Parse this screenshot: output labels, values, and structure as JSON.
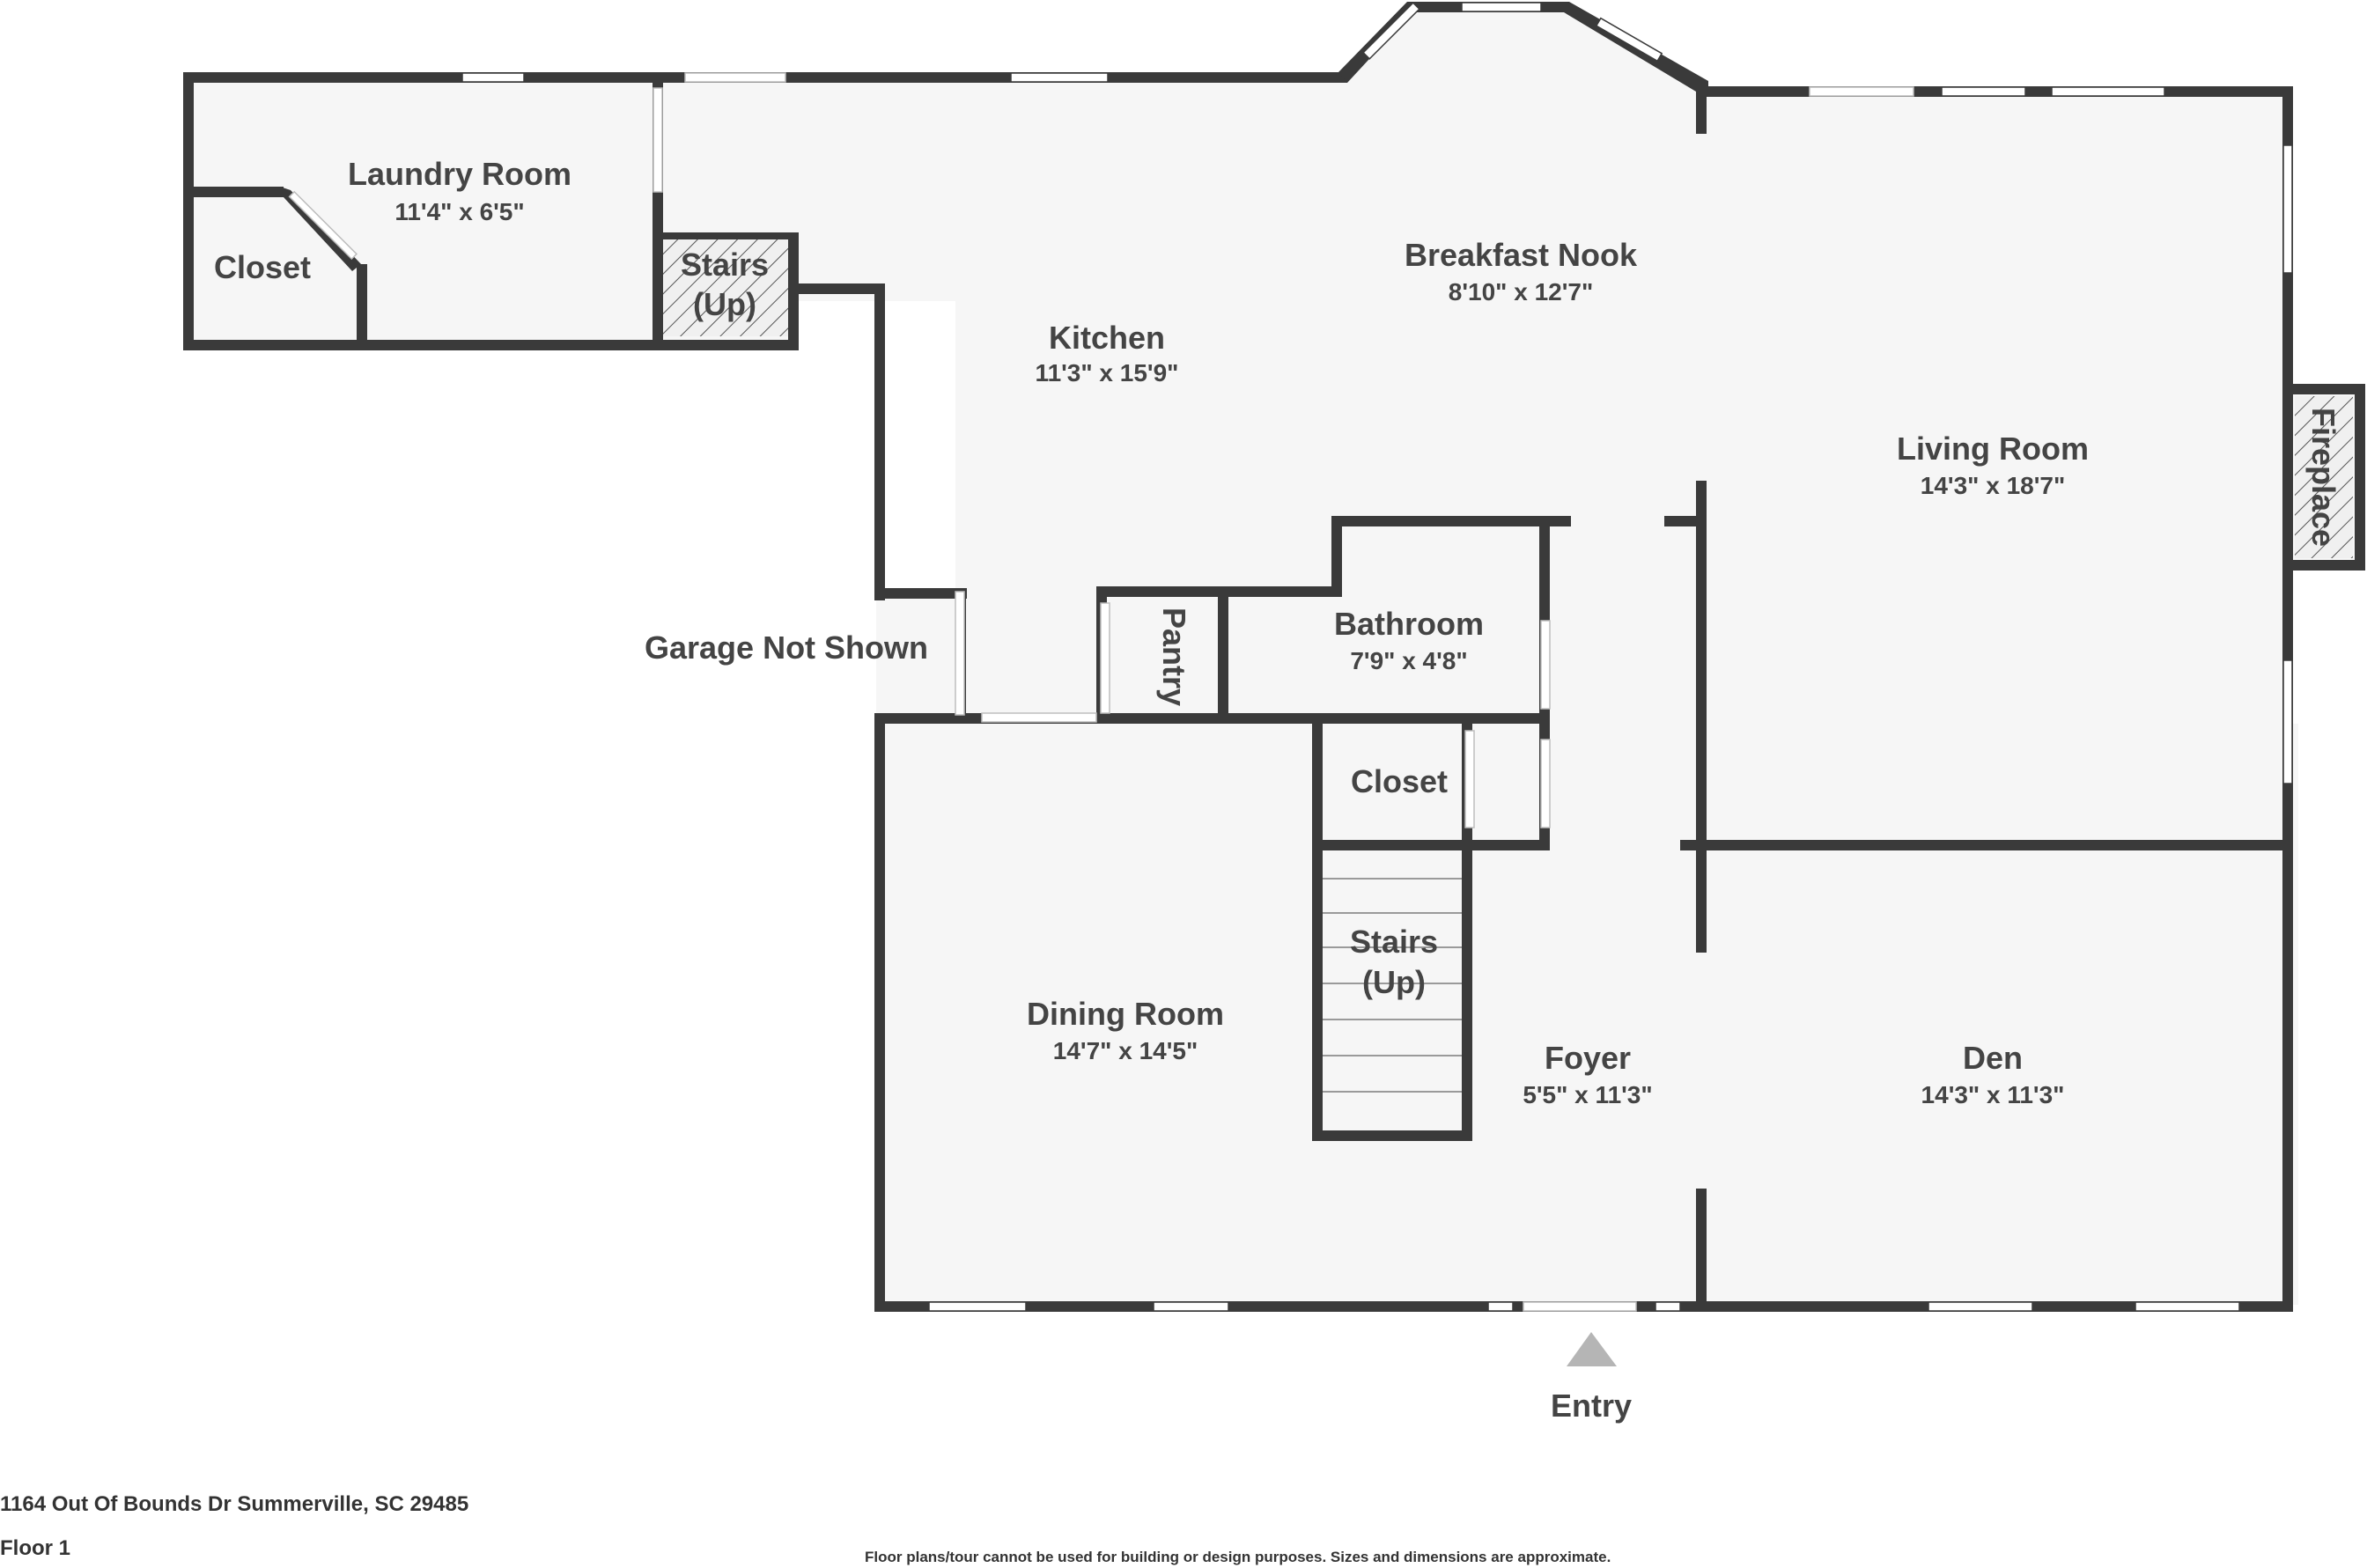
{
  "rooms": {
    "laundry": {
      "name": "Laundry Room",
      "dim": "11'4\" x 6'5\""
    },
    "closet_laundry": {
      "name": "Closet"
    },
    "stairs_up_small": {
      "line1": "Stairs",
      "line2": "(Up)"
    },
    "kitchen": {
      "name": "Kitchen",
      "dim": "11'3\" x 15'9\""
    },
    "breakfast_nook": {
      "name": "Breakfast Nook",
      "dim": "8'10\" x 12'7\""
    },
    "living_room": {
      "name": "Living Room",
      "dim": "14'3\" x 18'7\""
    },
    "fireplace": {
      "name": "Fireplace"
    },
    "pantry": {
      "name": "Pantry"
    },
    "bathroom": {
      "name": "Bathroom",
      "dim": "7'9\" x 4'8\""
    },
    "closet_hall": {
      "name": "Closet"
    },
    "stairs_up_main": {
      "line1": "Stairs",
      "line2": "(Up)"
    },
    "dining_room": {
      "name": "Dining Room",
      "dim": "14'7\" x 14'5\""
    },
    "foyer": {
      "name": "Foyer",
      "dim": "5'5\" x 11'3\""
    },
    "den": {
      "name": "Den",
      "dim": "14'3\" x 11'3\""
    }
  },
  "labels": {
    "garage": "Garage Not Shown",
    "entry": "Entry"
  },
  "footer": {
    "address": "1164 Out Of Bounds Dr Summerville, SC 29485",
    "floor": "Floor 1",
    "disclaimer": "Floor plans/tour cannot be used for building or design purposes. Sizes and dimensions are approximate."
  },
  "colors": {
    "wall": "#3a3a3a",
    "floor": "#f6f6f6",
    "text": "#444444",
    "entry_marker": "#b5b5b5"
  }
}
